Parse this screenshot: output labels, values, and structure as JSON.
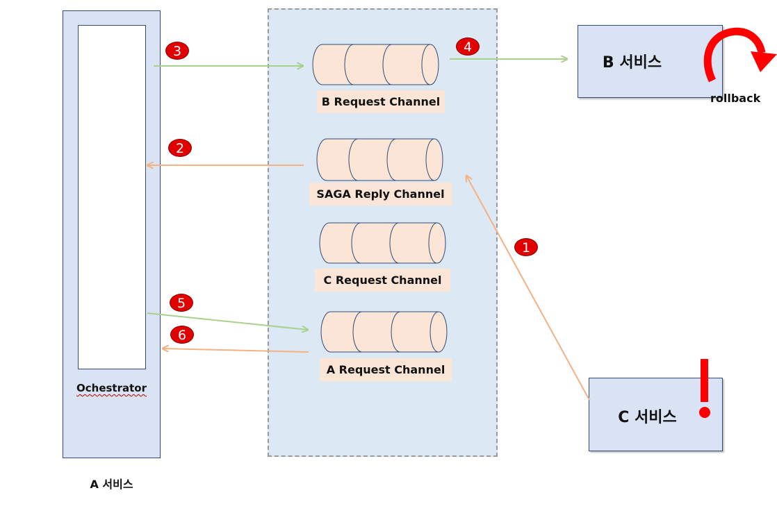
{
  "services": {
    "a": {
      "label": "A 서비스",
      "orchestrator_label": "Ochestrator"
    },
    "b": {
      "label": "B 서비스",
      "rollback_label": "rollback"
    },
    "c": {
      "label": "C 서비스"
    }
  },
  "channels": [
    {
      "label": "B Request Channel"
    },
    {
      "label": "SAGA Reply Channel"
    },
    {
      "label": "C Request Channel"
    },
    {
      "label": "A Request Channel"
    }
  ],
  "steps": [
    {
      "number": "1",
      "description": ""
    },
    {
      "number": "2",
      "description": ""
    },
    {
      "number": "3",
      "description": ""
    },
    {
      "number": "4",
      "description": ""
    },
    {
      "number": "5",
      "description": ""
    },
    {
      "number": "6",
      "description": ""
    }
  ],
  "colors": {
    "request_arrow": "#a9d18e",
    "reply_arrow": "#f4b183",
    "channel_fill": "#fbe5d6",
    "service_fill": "#dae3f3",
    "broker_fill": "#dde8f5",
    "badge": "#e00000",
    "error_mark": "#ff0000"
  },
  "icons": {
    "rollback": "curved-arrow-icon",
    "error": "exclamation-icon"
  }
}
